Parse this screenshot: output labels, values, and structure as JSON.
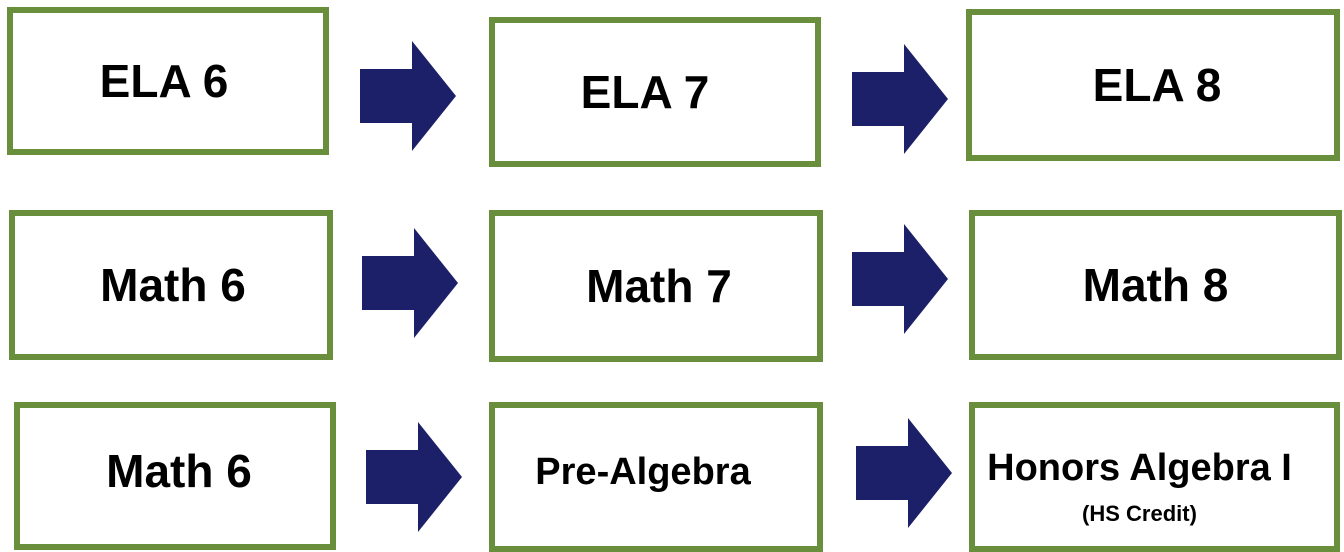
{
  "colors": {
    "box_border": "#6a8f3c",
    "arrow": "#1c2068"
  },
  "rows": [
    {
      "boxes": [
        {
          "label": "ELA 6"
        },
        {
          "label": "ELA 7"
        },
        {
          "label": "ELA 8"
        }
      ]
    },
    {
      "boxes": [
        {
          "label": "Math 6"
        },
        {
          "label": "Math 7"
        },
        {
          "label": "Math 8"
        }
      ]
    },
    {
      "boxes": [
        {
          "label": "Math 6"
        },
        {
          "label": "Pre-Algebra"
        },
        {
          "label": "Honors Algebra I",
          "sublabel": "(HS Credit)"
        }
      ]
    }
  ]
}
